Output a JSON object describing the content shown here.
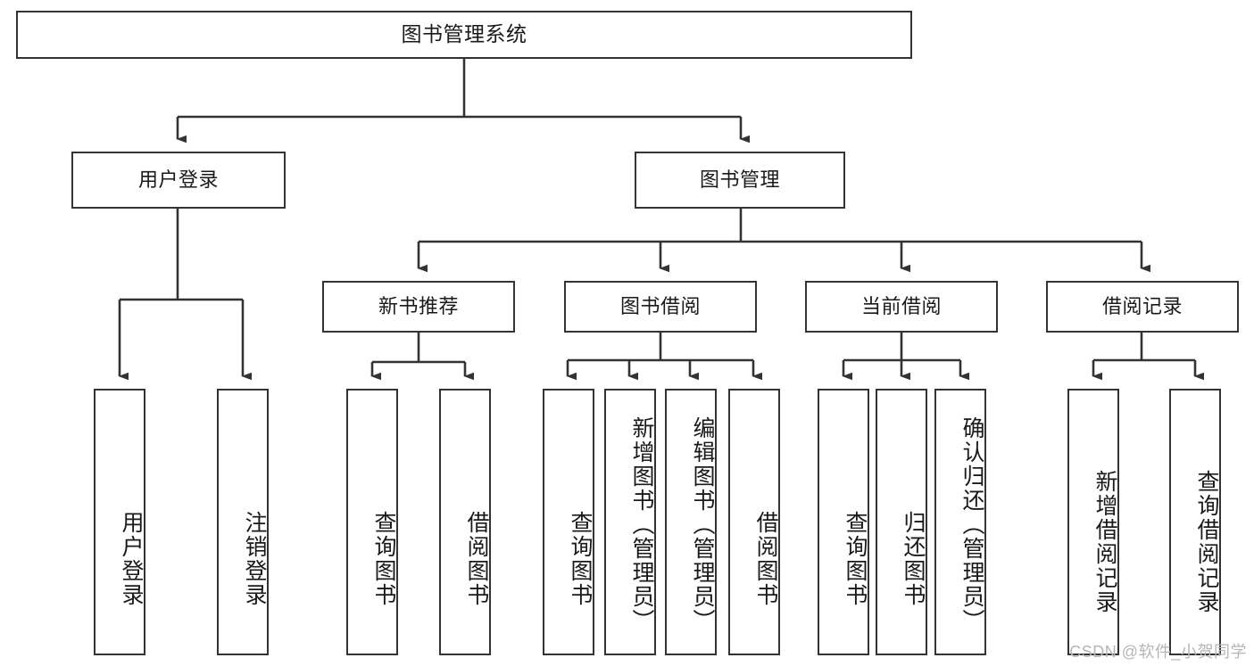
{
  "diagram": {
    "type": "hierarchy-tree",
    "title": "图书管理系统",
    "watermark": "CSDN @软件_小贺同学",
    "root": {
      "id": "root",
      "label": "图书管理系统"
    },
    "level2": [
      {
        "id": "user-login",
        "label": "用户登录"
      },
      {
        "id": "book-management",
        "label": "图书管理"
      }
    ],
    "level3": [
      {
        "id": "new-book-recommend",
        "label": "新书推荐",
        "parent": "book-management"
      },
      {
        "id": "book-borrow",
        "label": "图书借阅",
        "parent": "book-management"
      },
      {
        "id": "current-borrow",
        "label": "当前借阅",
        "parent": "book-management"
      },
      {
        "id": "borrow-record",
        "label": "借阅记录",
        "parent": "book-management"
      }
    ],
    "leaves": {
      "user-login": [
        {
          "id": "leaf-user-login",
          "label": "用户登录"
        },
        {
          "id": "leaf-logout-login",
          "label": "注销登录"
        }
      ],
      "new-book-recommend": [
        {
          "id": "leaf-query-book-1",
          "label": "查询图书"
        },
        {
          "id": "leaf-borrow-book-1",
          "label": "借阅图书"
        }
      ],
      "book-borrow": [
        {
          "id": "leaf-query-book-2",
          "label": "查询图书"
        },
        {
          "id": "leaf-add-book",
          "label": "新增图书（管理员）"
        },
        {
          "id": "leaf-edit-book",
          "label": "编辑图书（管理员）"
        },
        {
          "id": "leaf-borrow-book-2",
          "label": "借阅图书"
        }
      ],
      "current-borrow": [
        {
          "id": "leaf-query-book-3",
          "label": "查询图书"
        },
        {
          "id": "leaf-return-book",
          "label": "归还图书"
        },
        {
          "id": "leaf-confirm-return",
          "label": "确认归还（管理员）"
        }
      ],
      "borrow-record": [
        {
          "id": "leaf-add-record",
          "label": "新增借阅记录"
        },
        {
          "id": "leaf-query-record",
          "label": "查询借阅记录"
        }
      ]
    },
    "colors": {
      "stroke": "#333333",
      "fill": "#ffffff",
      "text": "#1a1a1a",
      "watermark": "#b6b6b6"
    }
  }
}
